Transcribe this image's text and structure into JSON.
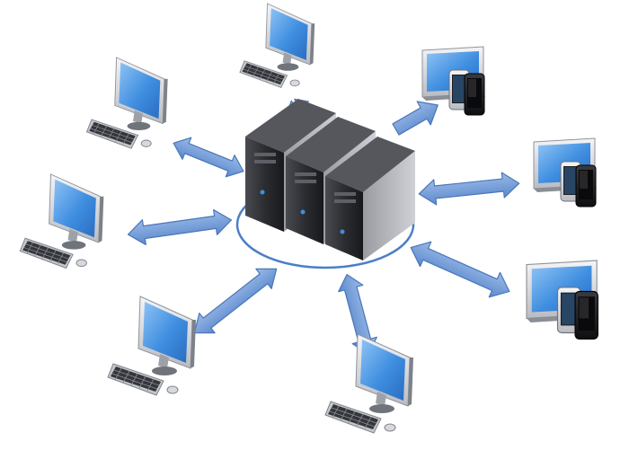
{
  "diagram": {
    "hub": {
      "kind": "server-rack",
      "units": 3
    },
    "clients": [
      {
        "id": "desktop-top",
        "kind": "desktop",
        "link": "bidirectional"
      },
      {
        "id": "desktop-upper-left",
        "kind": "desktop",
        "link": "bidirectional"
      },
      {
        "id": "desktop-left",
        "kind": "desktop",
        "link": "bidirectional"
      },
      {
        "id": "desktop-lower-left",
        "kind": "desktop",
        "link": "bidirectional"
      },
      {
        "id": "desktop-bottom",
        "kind": "desktop",
        "link": "bidirectional"
      },
      {
        "id": "devices-top-right",
        "kind": "tablet-and-phones",
        "link": "outbound"
      },
      {
        "id": "devices-right",
        "kind": "tablet-and-phones",
        "link": "bidirectional"
      },
      {
        "id": "devices-lower-right",
        "kind": "tablet-and-phones",
        "link": "bidirectional"
      }
    ],
    "colors": {
      "arrow_fill": "#6f9ad8",
      "arrow_stroke": "#4a76b8",
      "screen": "#3f8ee0",
      "server_body": "#2e2f33",
      "orbit_ring": "#4b7fc6"
    }
  }
}
